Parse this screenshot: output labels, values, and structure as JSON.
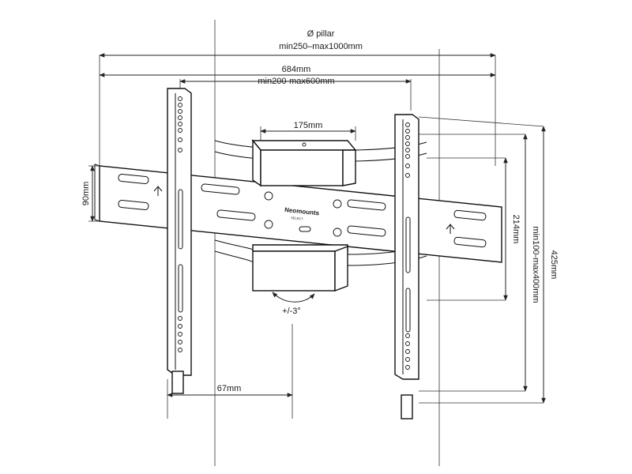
{
  "diagram": {
    "labels": {
      "pillar_symbol": "Ø pillar",
      "pillar_range": "min250–max1000mm",
      "overall_width": "684mm",
      "vesa_width": "min200-max600mm",
      "clamp_width": "175mm",
      "rail_height": "90mm",
      "rail_offset": "214mm",
      "vesa_height": "min100-max400mm",
      "overall_height": "425mm",
      "tilt": "+/-3°",
      "depth": "67mm",
      "brand": "Neomounts",
      "brand_sub": "SELECT"
    },
    "colors": {
      "line": "#111111",
      "background": "#ffffff"
    },
    "icons": [
      "arrow-up-icon",
      "dimension-arrow-icon",
      "bolt-icon"
    ]
  }
}
